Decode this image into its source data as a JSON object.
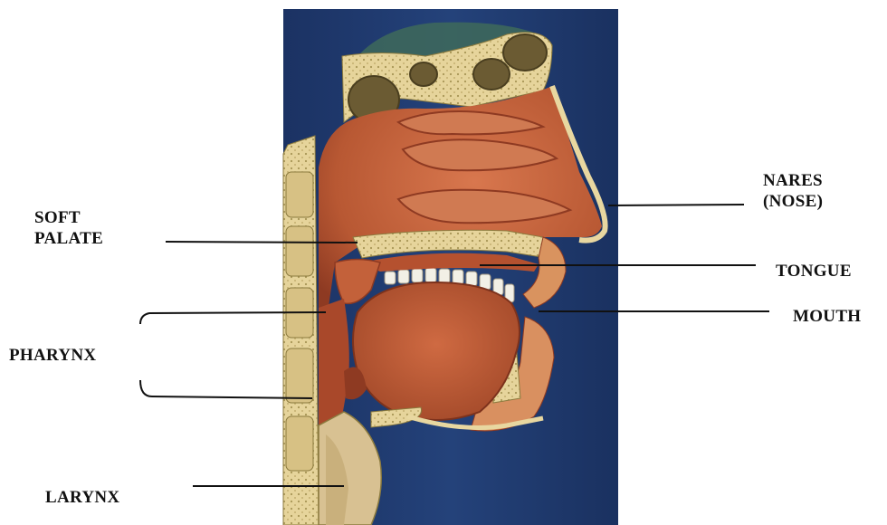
{
  "labels": {
    "soft_palate": [
      "SOFT",
      "PALATE"
    ],
    "pharynx": "PHARYNX",
    "larynx": "LARYNX",
    "nares": [
      "NARES",
      "(NOSE)"
    ],
    "tongue": "TONGUE",
    "mouth": "MOUTH"
  },
  "colors": {
    "background_panel": "#1f3a6e",
    "flesh": "#c5643f",
    "flesh_dark": "#8e3a22",
    "bone": "#e8d7a0",
    "sinus": "#6a5a34",
    "teeth": "#f2f0e6",
    "leader_line": "#111111"
  }
}
